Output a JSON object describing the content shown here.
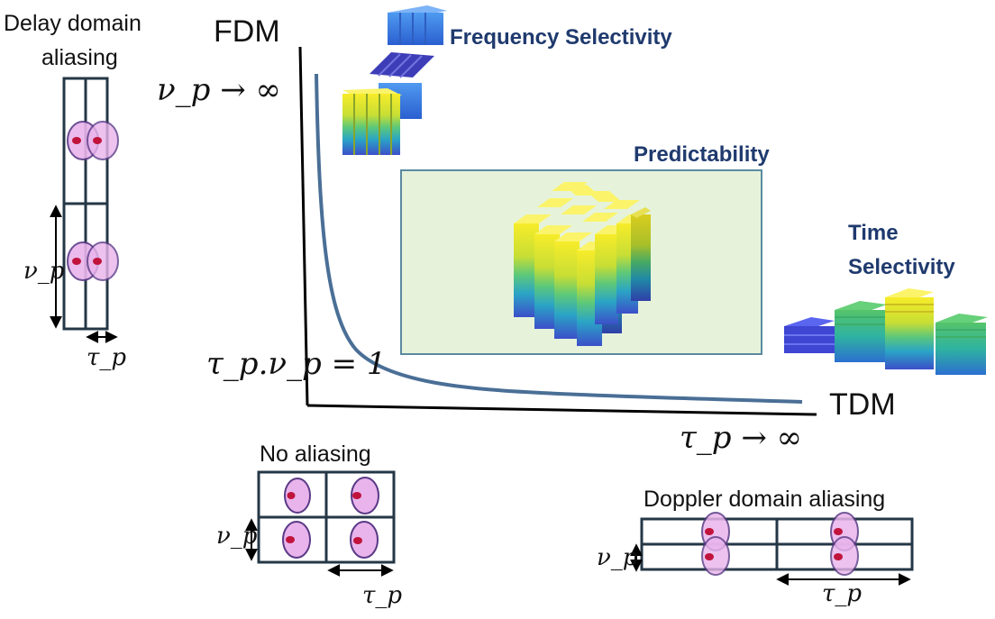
{
  "axes": {
    "y_axis_label": "FDM",
    "x_axis_label": "TDM",
    "y_limit_label": "ν_p → ∞",
    "x_limit_label": "τ_p → ∞",
    "curve_label": "τ_p.ν_p = 1"
  },
  "concepts": {
    "frequency": "Frequency Selectivity",
    "predictability": "Predictability",
    "time_line1": "Time",
    "time_line2": "Selectivity"
  },
  "delay_aliasing": {
    "title_line1": "Delay domain",
    "title_line2": "aliasing",
    "nu": "ν_p",
    "tau": "τ_p"
  },
  "no_aliasing": {
    "title": "No aliasing",
    "nu": "ν_p",
    "tau": "τ_p"
  },
  "doppler_aliasing": {
    "title": "Doppler domain aliasing",
    "nu": "ν_p",
    "tau": "τ_p"
  },
  "colors": {
    "axis": "#000000",
    "curve": "#4a6f96",
    "grid_stroke": "#243746",
    "ellipse_fill": "#e9b4ec",
    "ellipse_stroke": "#5a3a86",
    "dot": "#c0143c",
    "predictability_bg": "#e6f3da",
    "predictability_border": "#5b8aa0",
    "title_blue": "#1f3a6e"
  }
}
